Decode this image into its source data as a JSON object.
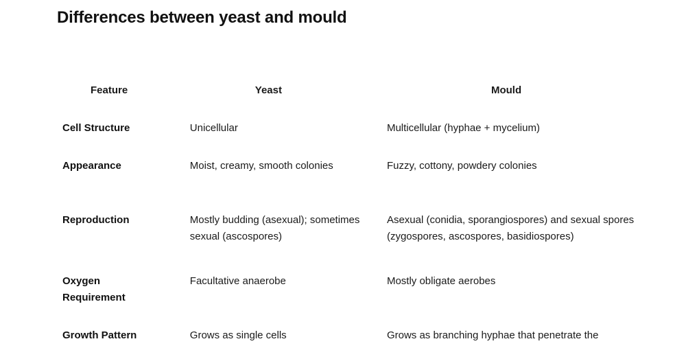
{
  "document": {
    "title": "Differences between yeast and mould"
  },
  "table": {
    "headers": {
      "feature": "Feature",
      "yeast": "Yeast",
      "mould": "Mould"
    },
    "rows": [
      {
        "feature": "Cell Structure",
        "yeast": "Unicellular",
        "mould": "Multicellular (hyphae + mycelium)"
      },
      {
        "feature": "Appearance",
        "yeast": "Moist, creamy, smooth colonies",
        "mould": "Fuzzy, cottony, powdery colonies"
      },
      {
        "feature": "Reproduction",
        "yeast": "Mostly budding (asexual); sometimes sexual (ascospores)",
        "mould": "Asexual (conidia, sporangiospores) and sexual spores (zygospores, ascospores, basidiospores)"
      },
      {
        "feature": "Oxygen Requirement",
        "yeast": "Facultative anaerobe",
        "mould": "Mostly obligate aerobes"
      },
      {
        "feature": "Growth Pattern",
        "yeast": "Grows as single cells",
        "mould": "Grows as branching hyphae that penetrate the"
      }
    ]
  }
}
